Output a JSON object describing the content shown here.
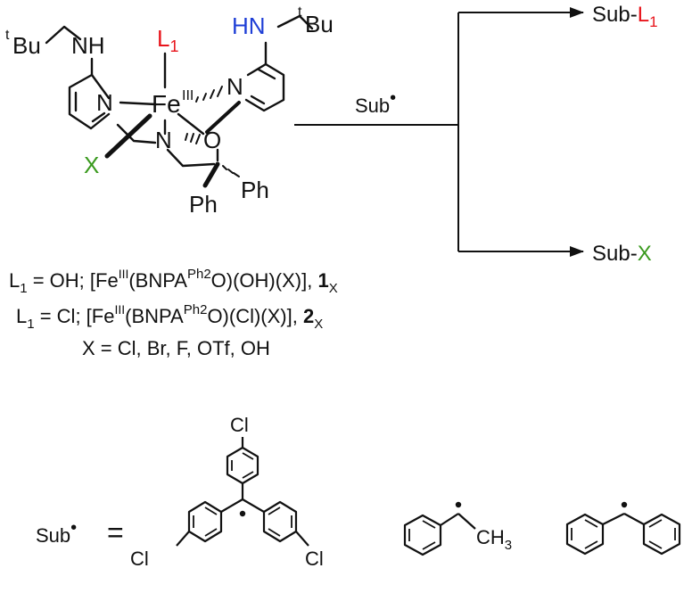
{
  "complex": {
    "left_tbu": "Bu",
    "right_tbu": "Bu",
    "t_super": "t",
    "left_nh": "NH",
    "right_hn": "HN",
    "l_label": "L",
    "l_sub": "1",
    "fe_label": "Fe",
    "fe_ox": "III",
    "n_label": "N",
    "o_label": "O",
    "x_label": "X",
    "ph_label": "Ph"
  },
  "reaction": {
    "reagent": "Sub",
    "radical_dot": "•",
    "product_top_prefix": "Sub-",
    "product_top_l": "L",
    "product_top_sub": "1",
    "product_bottom_prefix": "Sub-",
    "product_bottom_x": "X"
  },
  "legend": {
    "line1_l": "L",
    "line1_sub": "1",
    "line1_a": " = OH; [Fe",
    "line1_ox": "III",
    "line1_b": "(BNPA",
    "line1_sup": "Ph2",
    "line1_c": "O)(OH)(X)], ",
    "line1_bold": "1",
    "line1_subx": "X",
    "line2_l": "L",
    "line2_sub": "1",
    "line2_a": " = Cl; [Fe",
    "line2_ox": "III",
    "line2_b": "(BNPA",
    "line2_sup": "Ph2",
    "line2_c": "O)(Cl)(X)], ",
    "line2_bold": "2",
    "line2_subx": "X",
    "line3": "X = Cl, Br, F, OTf, OH"
  },
  "substrates": {
    "sub_label": "Sub",
    "dot": "•",
    "equals": "=",
    "cl": "Cl",
    "ch3": "CH",
    "ch3_sub": "3"
  },
  "colors": {
    "ink": "#111111",
    "red": "#e8141b",
    "blue": "#1f3fd6",
    "green": "#3a9a1e"
  }
}
